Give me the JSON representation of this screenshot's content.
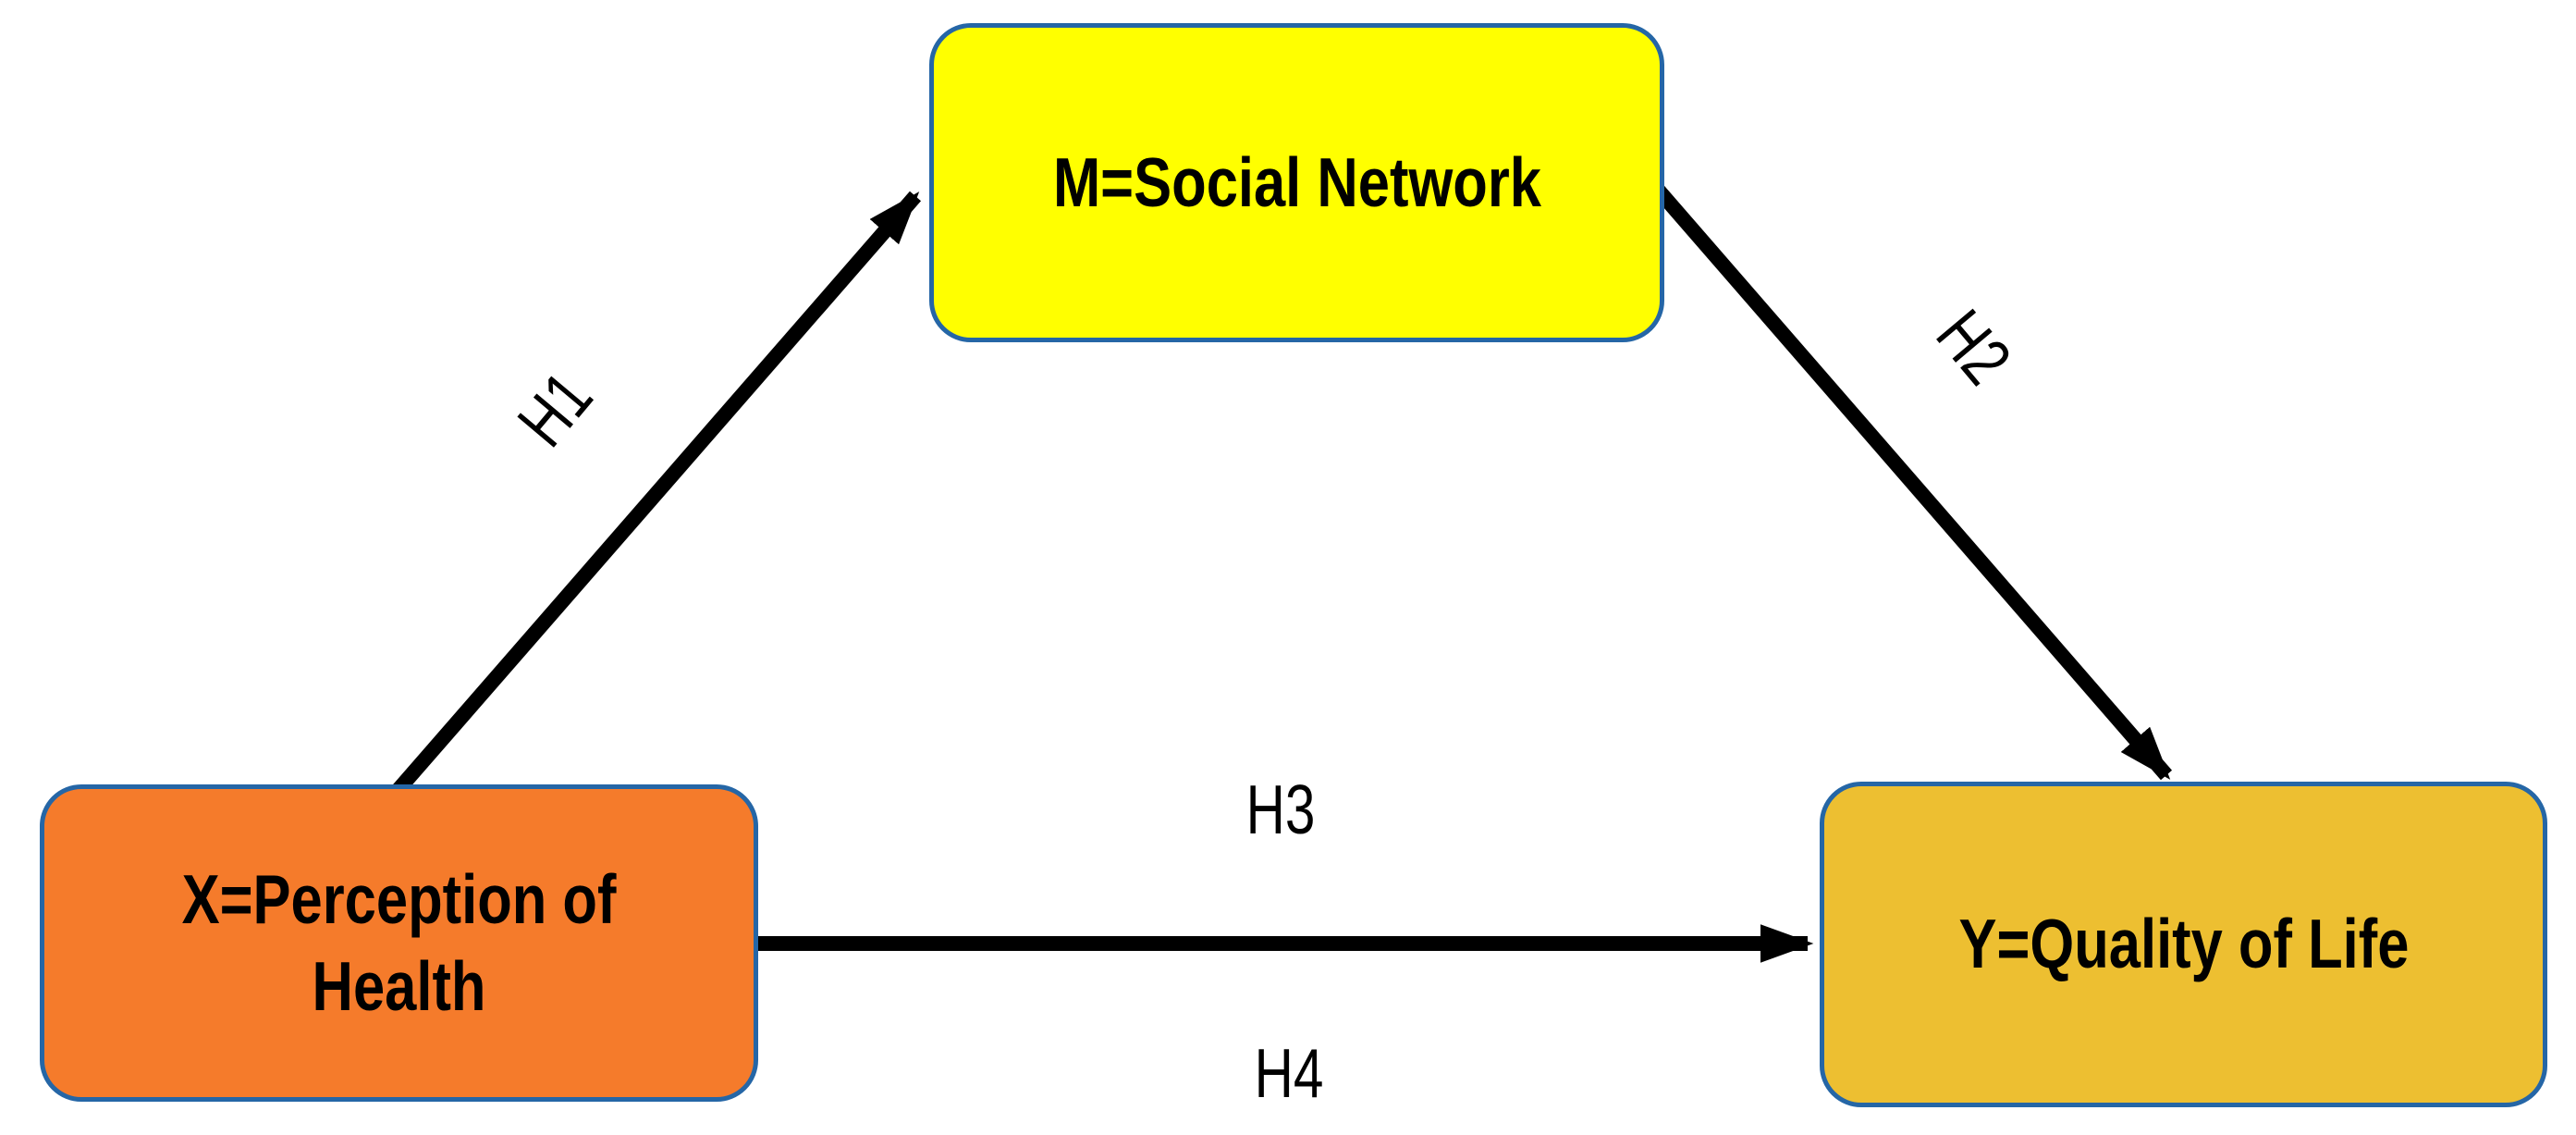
{
  "colors": {
    "box-m-fill": "#FFFF00",
    "box-x-fill": "#F57B2B",
    "box-y-fill": "#EDBF31",
    "box-border": "#2566A6",
    "arrow": "#000000",
    "text": "#000000",
    "background": "#FFFFFF"
  },
  "nodes": {
    "m": {
      "label": "M=Social Network"
    },
    "x": {
      "label": "X=Perception of\nHealth"
    },
    "y": {
      "label": "Y=Quality of Life"
    }
  },
  "edges": {
    "h1": {
      "label": "H1",
      "from": "x",
      "to": "m"
    },
    "h2": {
      "label": "H2",
      "from": "m",
      "to": "y"
    },
    "h3": {
      "label": "H3",
      "from": "x",
      "to": "y"
    },
    "h4": {
      "label": "H4",
      "from": "x",
      "to": "y"
    }
  }
}
